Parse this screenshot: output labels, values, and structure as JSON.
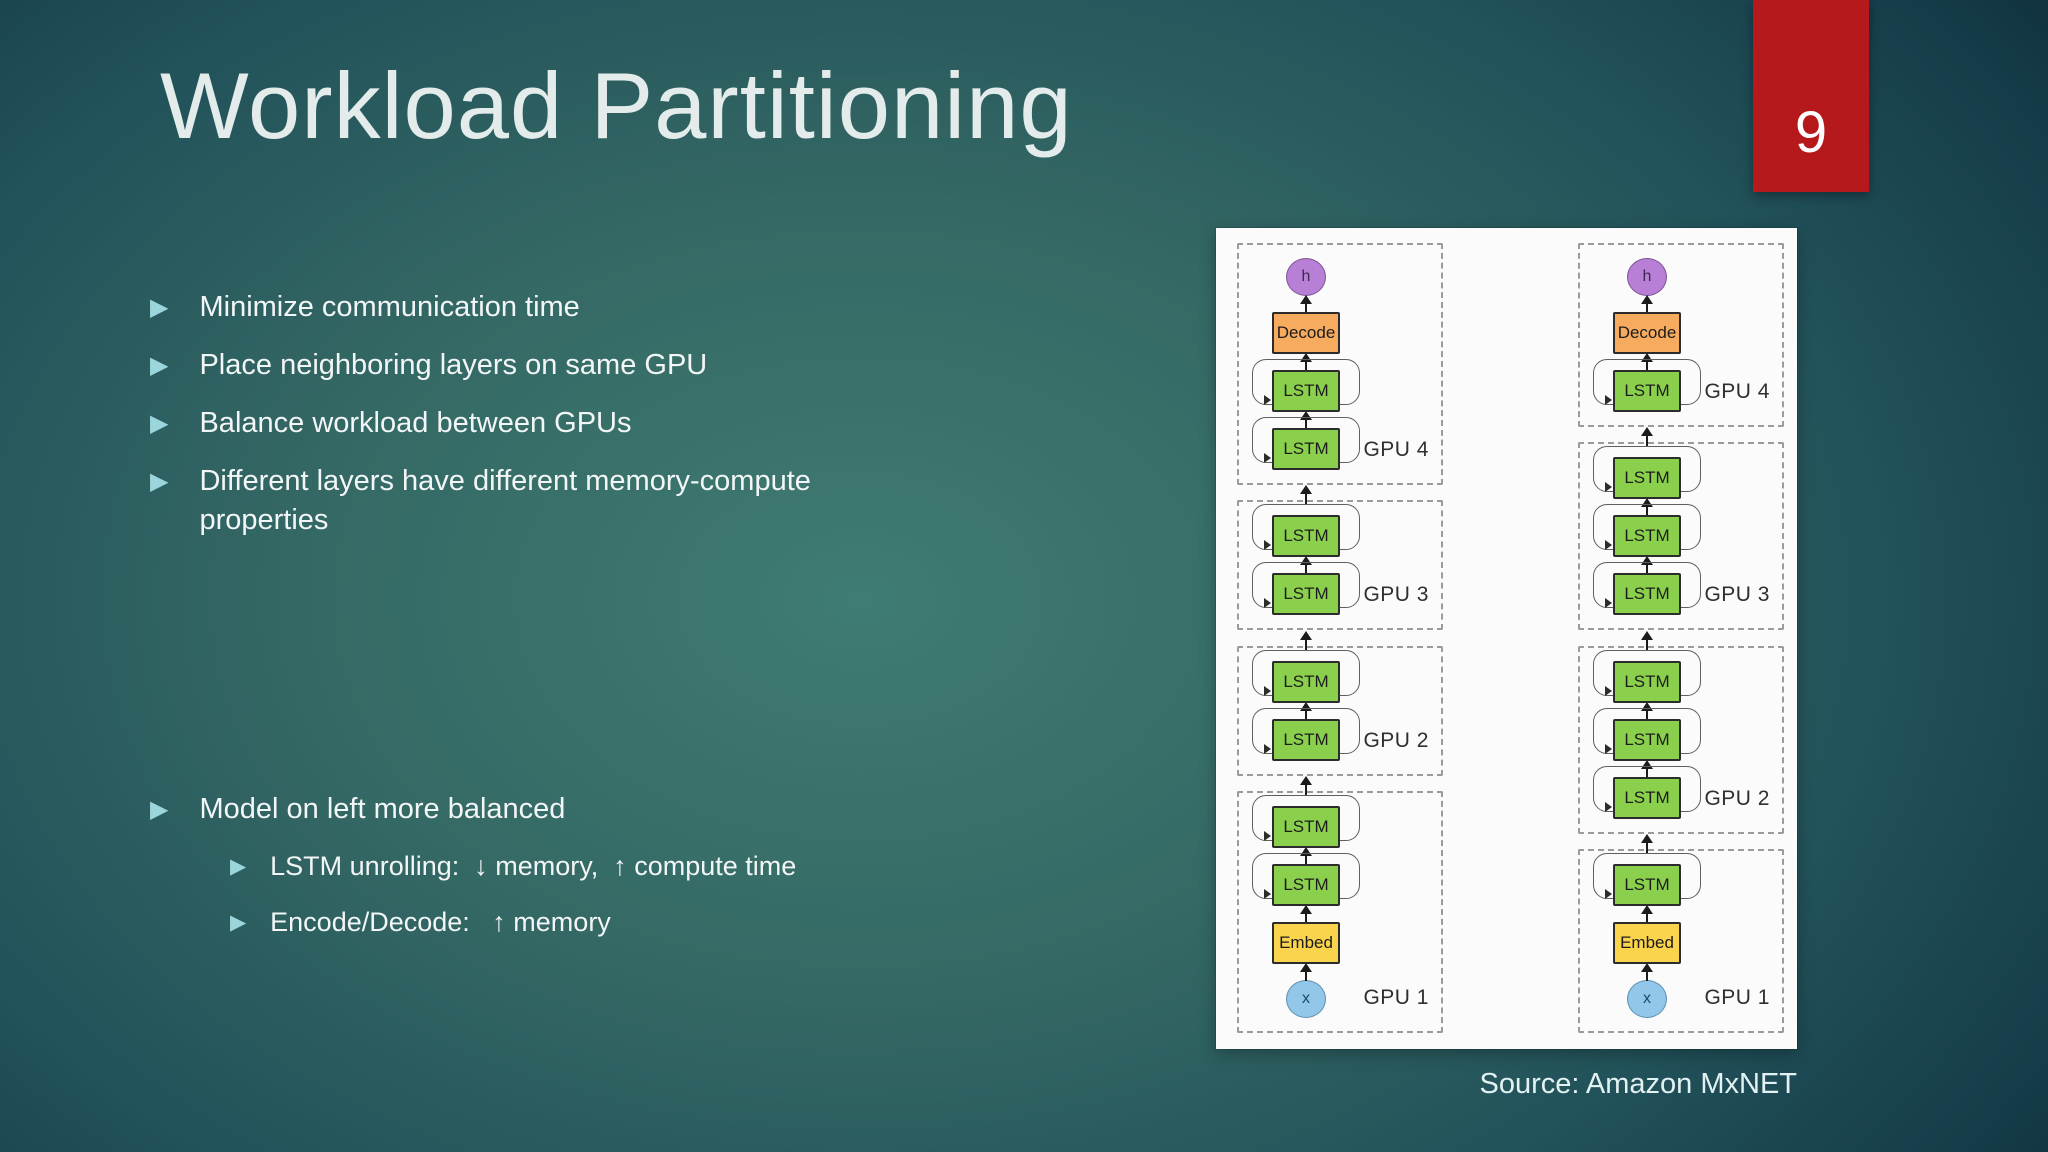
{
  "slide": {
    "title": "Workload Partitioning",
    "page_number": "9",
    "accent_red": "#b5191c",
    "bullet_marker": "▶",
    "bullet_marker_color": "#9bd6dc",
    "bullets_primary": [
      "Minimize communication time",
      "Place neighboring layers on same GPU",
      "Balance workload between GPUs",
      "Different layers have different memory-compute properties"
    ],
    "bullets_secondary": {
      "heading": "Model on left more balanced",
      "items": [
        "LSTM unrolling:  ↓ memory,  ↑ compute time",
        "Encode/Decode:   ↑ memory"
      ]
    },
    "source_caption": "Source: Amazon MxNET"
  },
  "diagram": {
    "panel_background": "#fbfbfb",
    "node_labels": {
      "lstm": "LSTM",
      "decode": "Decode",
      "embed": "Embed",
      "h": "h",
      "x": "x"
    },
    "node_colors": {
      "lstm": {
        "fill": "#8bd04d",
        "border": "#2c2c2c",
        "text": "#1c1c1c"
      },
      "decode": {
        "fill": "#f7ab5e",
        "border": "#2c2c2c",
        "text": "#1c1c1c"
      },
      "embed": {
        "fill": "#f9d44c",
        "border": "#2c2c2c",
        "text": "#1c1c1c"
      },
      "h": {
        "fill": "#b87fd6",
        "border": "#7d5294",
        "text": "#3d2a4d"
      },
      "x": {
        "fill": "#92c7ea",
        "border": "#5b8fae",
        "text": "#1f4a63"
      }
    },
    "columns": [
      {
        "name": "balanced-model",
        "groups": [
          {
            "label": "GPU 4",
            "nodes": [
              "h",
              "decode",
              "lstm",
              "lstm"
            ]
          },
          {
            "label": "GPU 3",
            "nodes": [
              "lstm",
              "lstm"
            ]
          },
          {
            "label": "GPU 2",
            "nodes": [
              "lstm",
              "lstm"
            ]
          },
          {
            "label": "GPU 1",
            "nodes": [
              "lstm",
              "lstm",
              "embed",
              "x"
            ]
          }
        ]
      },
      {
        "name": "unbalanced-model",
        "groups": [
          {
            "label": "GPU 4",
            "nodes": [
              "h",
              "decode",
              "lstm"
            ]
          },
          {
            "label": "GPU 3",
            "nodes": [
              "lstm",
              "lstm",
              "lstm"
            ]
          },
          {
            "label": "GPU 2",
            "nodes": [
              "lstm",
              "lstm",
              "lstm"
            ]
          },
          {
            "label": "GPU 1",
            "nodes": [
              "lstm",
              "embed",
              "x"
            ]
          }
        ]
      }
    ]
  }
}
